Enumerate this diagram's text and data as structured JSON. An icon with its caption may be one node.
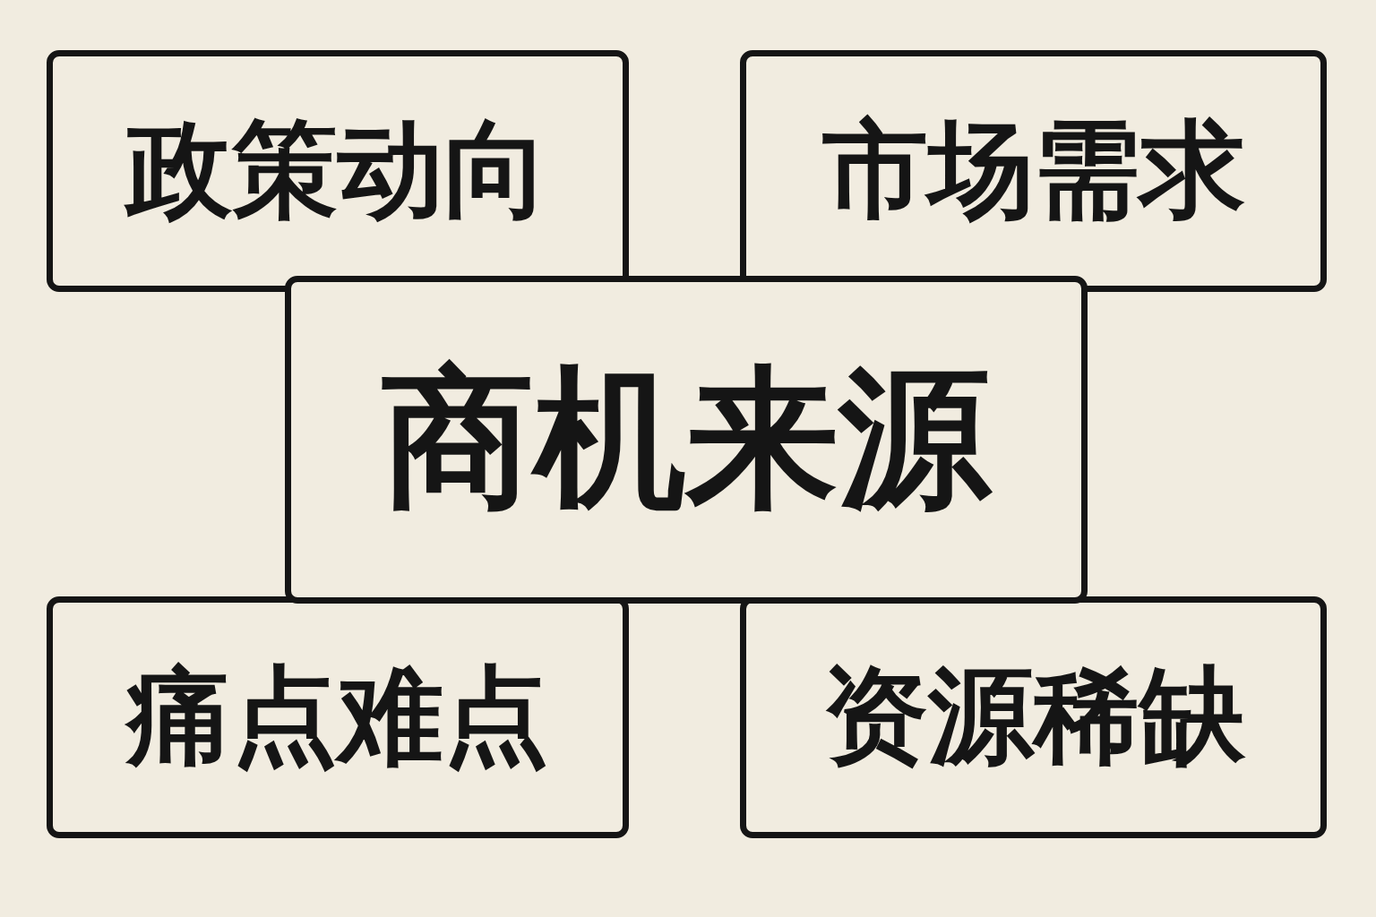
{
  "diagram": {
    "nodes": [
      {
        "text": [
          "政策动向"
        ]
      },
      {
        "text": [
          "市场需求"
        ]
      },
      {
        "text": [
          "商机来源"
        ]
      },
      {
        "text": [
          "痛点难点"
        ]
      },
      {
        "text": [
          "资源稀缺"
        ]
      }
    ]
  }
}
